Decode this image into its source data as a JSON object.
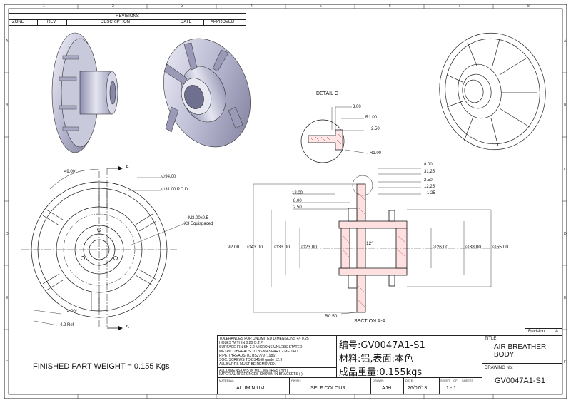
{
  "revisions": {
    "title": "REVISIONS",
    "columns": [
      "ZONE",
      "REV.",
      "DESCRIPTION",
      "DATE",
      "APPROVED"
    ]
  },
  "border": {
    "cols": [
      "1",
      "2",
      "3",
      "4",
      "5",
      "6",
      "7",
      "8"
    ],
    "rows": [
      "A",
      "B",
      "C",
      "D",
      "E",
      "F"
    ]
  },
  "front_view": {
    "section_markers": [
      "A",
      "A"
    ],
    "dims": {
      "angle_top": "49.00°",
      "dia_outer": "∅94.00",
      "pcd": "∅31.00 P.C.D.",
      "thread_1": "M3.00x0.5",
      "thread_2": "X3 Equispaced",
      "angle_bottom": "4.00°",
      "ref": "4.2 Ref"
    }
  },
  "detail": {
    "title": "DETAIL C",
    "dims": [
      "3.00",
      "R1.00",
      "2.50",
      "R1.00"
    ]
  },
  "section": {
    "title": "SECTION A-A",
    "right_dims": [
      "8.00",
      "31.25",
      "2.50",
      "12.25",
      "1.25"
    ],
    "left_dims": [
      "12.00",
      "8.00",
      "2.50"
    ],
    "dia_labels": [
      "92.00",
      "∅43.00",
      "∅33.00",
      "∅23.00",
      "12°",
      "∅26.00",
      "∅38.00",
      "∅55.00"
    ],
    "radius": "R0.50"
  },
  "weight_note": "FINISHED PART WEIGHT = 0.155 Kgs",
  "title_block": {
    "tolerances": [
      "TOLERANCES FOR UNLIMITED DIMENSIONS +/- 0.25",
      "HOLES WITHIN 0.20 O.T.P",
      "SURFACE FINISH 3.2 MICRONS UNLESS STATED.",
      "METRIC THREADS TO BS3643 PART 2 MED.FIT",
      "PIPE THREADS TO BS2779 (1986)",
      "SOC. SCREWS TO BS4168 grade 12.9",
      "ALL BURRS MUST BE REMOVED."
    ],
    "units_1": "ALL DIMENSIONS IN MILLIMETRES (mm)",
    "units_2": "IMPERIAL RFERENCES SHOWN IN BRACKETS ( )",
    "cn_1": "编号:GV0047A1-S1",
    "cn_2": "材料:铝,表面:本色",
    "cn_3": "成品重量:0.155kgs",
    "title_label": "TITLE:",
    "title_1": "AIR BREATHER",
    "title_2": "BODY",
    "drawing_no_label": "DRAWING No:",
    "drawing_no": "GV0047A1-S1",
    "revision_label": "Revision",
    "revision": "A",
    "material_label": "MATERIAL:",
    "material": "ALUMINIUM",
    "finish_label": "FINISH:",
    "finish": "SELF COLOUR",
    "drawn_label": "DRAWN:",
    "drawn": "AJH",
    "date_label": "DATE:",
    "date": "26/07/13",
    "sheet_label": "SHEET",
    "of_label": "OF",
    "sheets_label": "SHEETS",
    "sheet": "1 - 1"
  }
}
